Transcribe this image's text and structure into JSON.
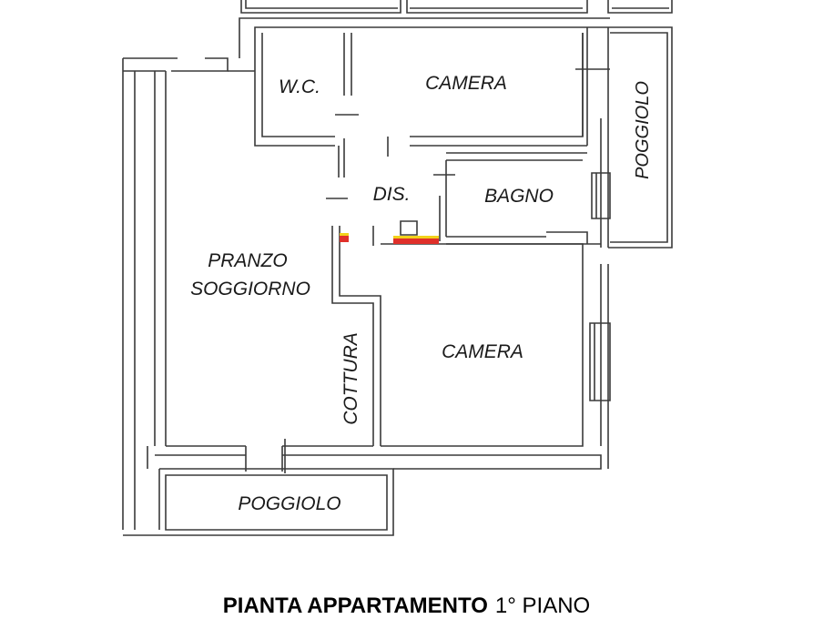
{
  "rooms": {
    "wc": "W.C.",
    "camera_top": "CAMERA",
    "poggiolo_right": "POGGIOLO",
    "dis": "DIS.",
    "bagno": "BAGNO",
    "pranzo": "PRANZO",
    "soggiorno": "SOGGIORNO",
    "cottura": "COTTURA",
    "camera_bottom": "CAMERA",
    "poggiolo_bottom": "POGGIOLO"
  },
  "caption": {
    "title": "PIANTA APPARTAMENTO",
    "floor": "1° PIANO"
  },
  "colors": {
    "wall_outline": "#3a3a3a",
    "wall_fill": "#ffffff",
    "highlight_red": "#e0302a",
    "highlight_yellow": "#f2d21b"
  }
}
